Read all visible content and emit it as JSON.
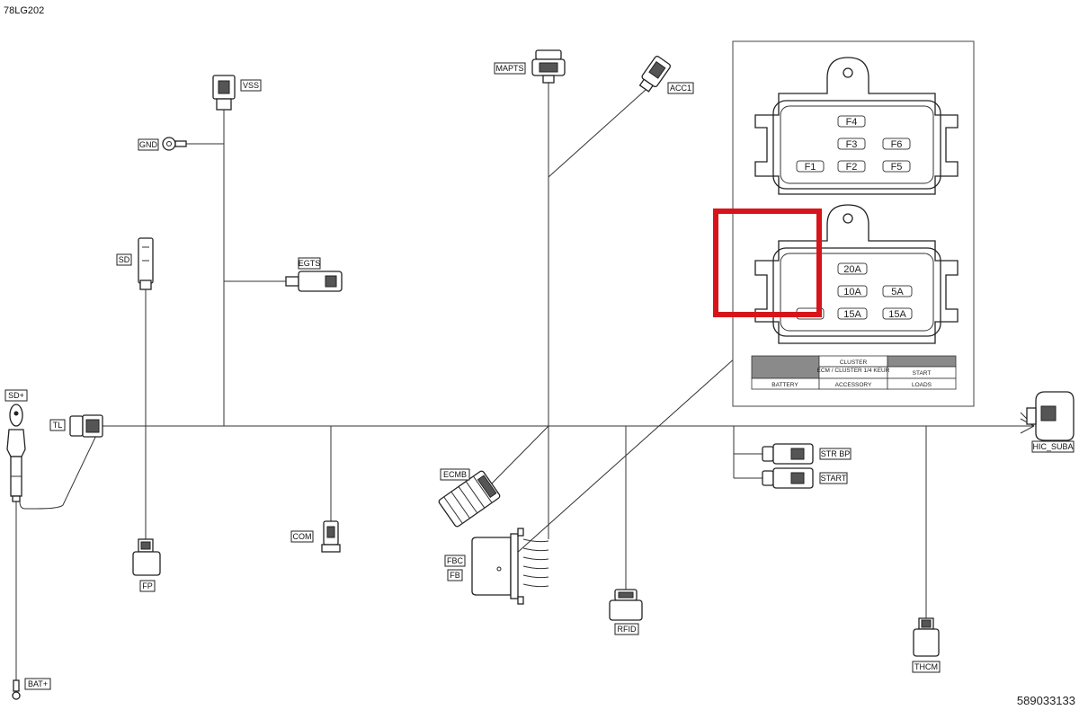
{
  "drawing_code": "78LG202",
  "part_number": "589033133",
  "connectors": {
    "vss": "VSS",
    "gnd": "GND",
    "sd": "SD",
    "egts": "EGTS",
    "mapts": "MAPTS",
    "acc1": "ACC1",
    "sd_plus": "SD+",
    "tl": "TL",
    "com": "COM",
    "fp": "FP",
    "ecmb": "ECMB",
    "fbc": "FBC",
    "fb": "FB",
    "rfid": "RFID",
    "str_bp": "STR BP",
    "start": "START",
    "hic_suba": "HIC_SUBA",
    "thcm": "THCM",
    "bat_plus": "BAT+"
  },
  "fuse_box": {
    "upper_fuses": [
      "F4",
      "F3",
      "F6",
      "F1",
      "F2",
      "F5"
    ],
    "lower_fuses": [
      "20A",
      "10A",
      "5A",
      "15A",
      "15A"
    ],
    "legend": {
      "top_row": [
        "",
        "CLUSTER",
        ""
      ],
      "middle_row": [
        "",
        "ECM / CLUSTER 1/4 KEUR",
        "START"
      ],
      "bottom_row": [
        "BATTERY",
        "ACCESSORY",
        "LOADS"
      ]
    }
  },
  "highlight": {
    "color": "#d8141b"
  }
}
